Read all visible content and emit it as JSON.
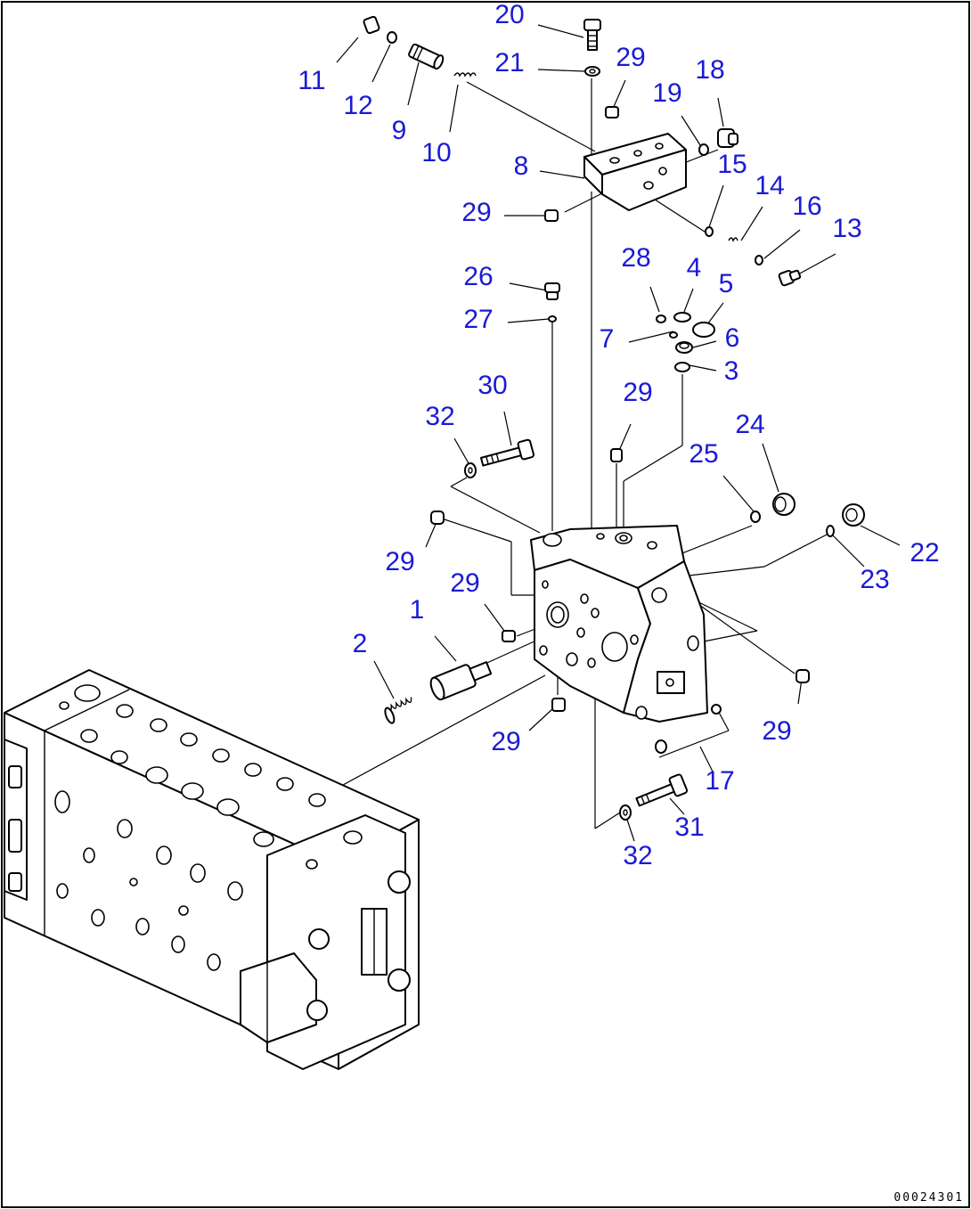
{
  "drawing": {
    "code": "00024301",
    "callouts": [
      {
        "id": "c20",
        "label": "20"
      },
      {
        "id": "c11",
        "label": "11"
      },
      {
        "id": "c12",
        "label": "12"
      },
      {
        "id": "c9",
        "label": "9"
      },
      {
        "id": "c10",
        "label": "10"
      },
      {
        "id": "c21",
        "label": "21"
      },
      {
        "id": "c29a",
        "label": "29"
      },
      {
        "id": "c18",
        "label": "18"
      },
      {
        "id": "c19",
        "label": "19"
      },
      {
        "id": "c8",
        "label": "8"
      },
      {
        "id": "c15",
        "label": "15"
      },
      {
        "id": "c14",
        "label": "14"
      },
      {
        "id": "c16",
        "label": "16"
      },
      {
        "id": "c13",
        "label": "13"
      },
      {
        "id": "c29b",
        "label": "29"
      },
      {
        "id": "c28",
        "label": "28"
      },
      {
        "id": "c4",
        "label": "4"
      },
      {
        "id": "c5",
        "label": "5"
      },
      {
        "id": "c26",
        "label": "26"
      },
      {
        "id": "c27",
        "label": "27"
      },
      {
        "id": "c7",
        "label": "7"
      },
      {
        "id": "c6",
        "label": "6"
      },
      {
        "id": "c3",
        "label": "3"
      },
      {
        "id": "c30",
        "label": "30"
      },
      {
        "id": "c29c",
        "label": "29"
      },
      {
        "id": "c32a",
        "label": "32"
      },
      {
        "id": "c24",
        "label": "24"
      },
      {
        "id": "c25",
        "label": "25"
      },
      {
        "id": "c22",
        "label": "22"
      },
      {
        "id": "c29d",
        "label": "29"
      },
      {
        "id": "c23",
        "label": "23"
      },
      {
        "id": "c29e",
        "label": "29"
      },
      {
        "id": "c1",
        "label": "1"
      },
      {
        "id": "c2",
        "label": "2"
      },
      {
        "id": "c29f",
        "label": "29"
      },
      {
        "id": "c29g",
        "label": "29"
      },
      {
        "id": "c17",
        "label": "17"
      },
      {
        "id": "c31",
        "label": "31"
      },
      {
        "id": "c32b",
        "label": "32"
      }
    ]
  }
}
